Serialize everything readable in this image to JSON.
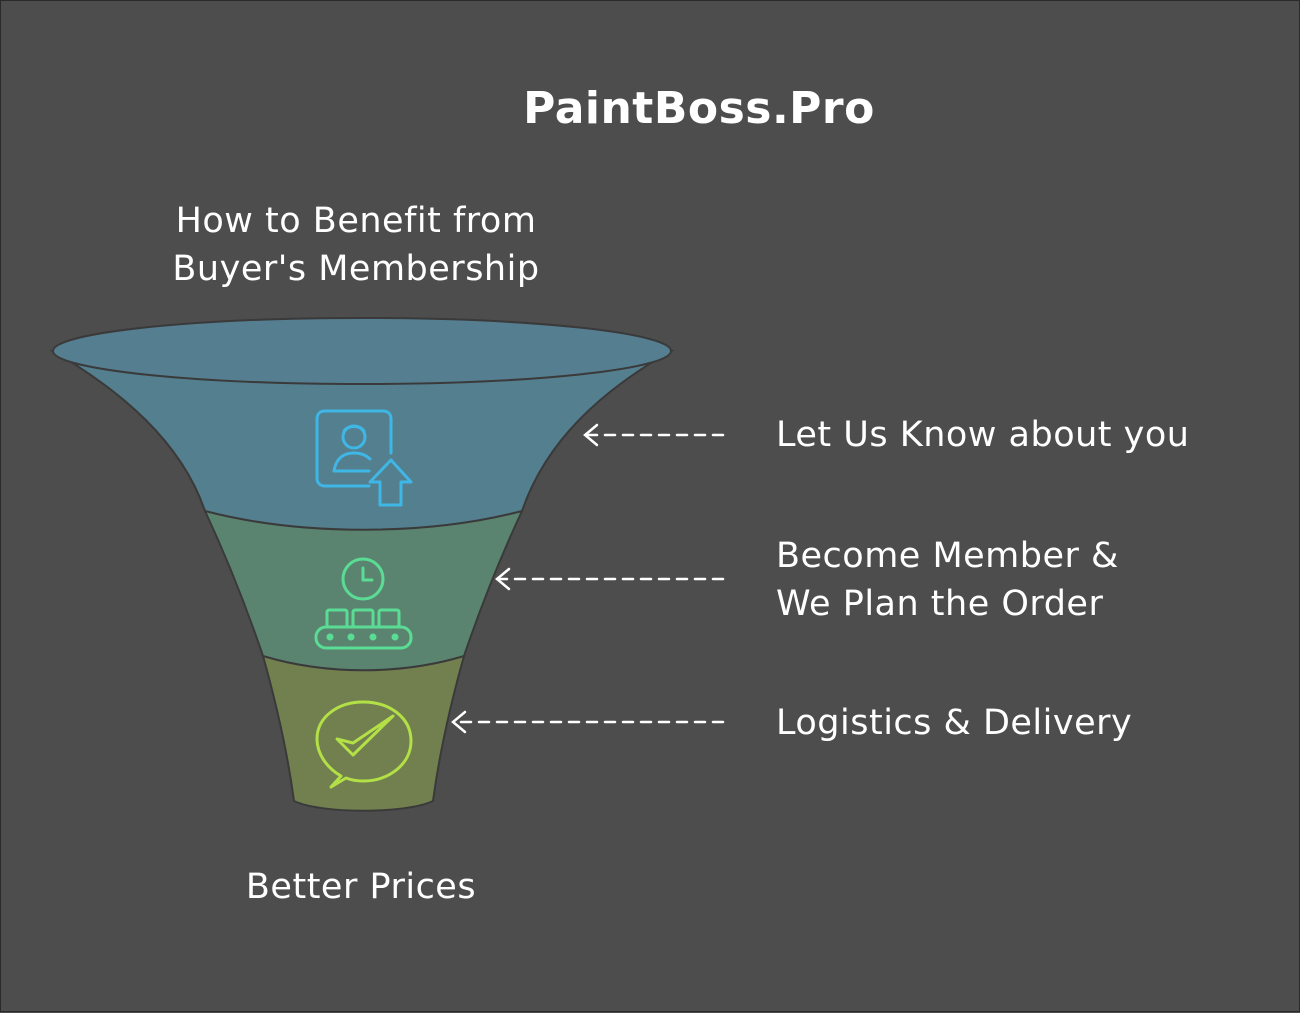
{
  "brand": "PaintBoss.Pro",
  "title_lines": [
    "How to Benefit from",
    "Buyer's Membership"
  ],
  "stages": [
    {
      "label_lines": [
        "Let Us Know about you"
      ],
      "icon": "user-upload-icon",
      "color": "#547f8f",
      "icon_color": "#3fb7e6"
    },
    {
      "label_lines": [
        "Become Member &",
        "We Plan the Order"
      ],
      "icon": "conveyor-clock-icon",
      "color": "#5a8470",
      "icon_color": "#5bdc95"
    },
    {
      "label_lines": [
        "Logistics & Delivery"
      ],
      "icon": "chat-check-icon",
      "color": "#72804f",
      "icon_color": "#b2e046"
    }
  ],
  "outcome": "Better Prices"
}
